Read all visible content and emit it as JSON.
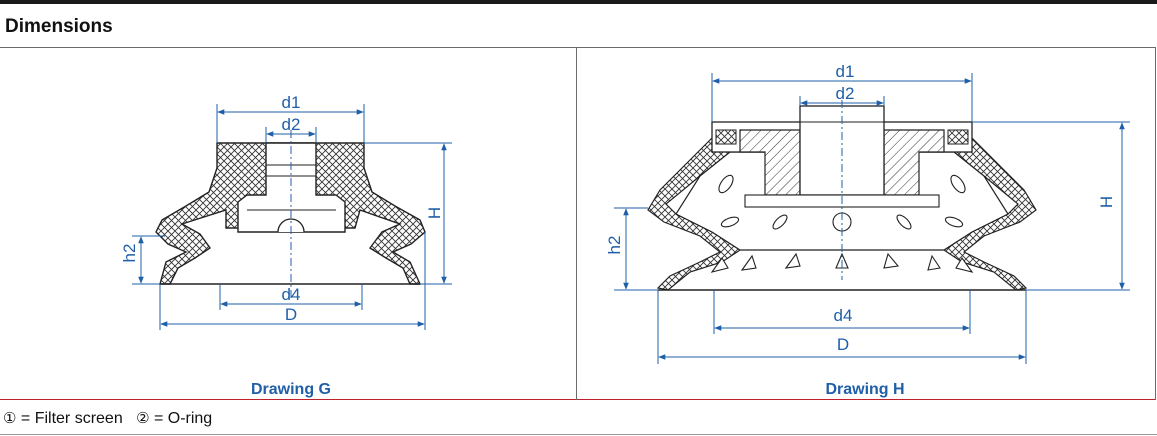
{
  "header": {
    "title": "Dimensions"
  },
  "drawing_g": {
    "caption": "Drawing G",
    "labels": {
      "d1": "d1",
      "d2": "d2",
      "d4": "d4",
      "D": "D",
      "H": "H",
      "h2": "h2"
    }
  },
  "drawing_h": {
    "caption": "Drawing H",
    "labels": {
      "d1": "d1",
      "d2": "d2",
      "d4": "d4",
      "D": "D",
      "H": "H",
      "h2": "h2"
    }
  },
  "legend": {
    "item1_num": "①",
    "item1_text": " = Filter screen",
    "item2_num": "②",
    "item2_text": " = O-ring"
  },
  "colors": {
    "dimension": "#1f5fa8",
    "rule": "#c0202a",
    "part": "#222222"
  }
}
